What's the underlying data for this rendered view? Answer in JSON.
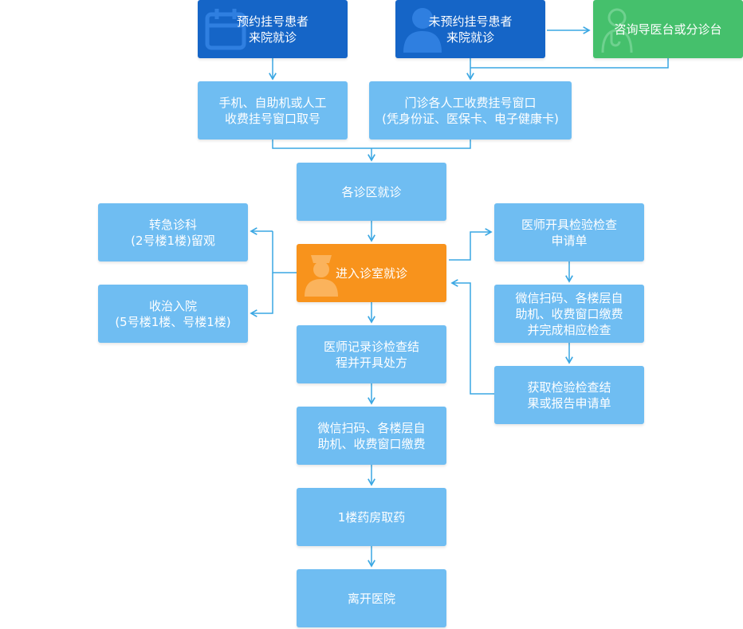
{
  "nodes": {
    "appointment": "预约挂号患者\n来院就诊",
    "walk_in": "未预约挂号患者\n来院就诊",
    "consult_desk": "咨询导医台或分诊台",
    "self_service_pickup": "手机、自助机或人工\n收费挂号窗口取号",
    "window_register": "门诊各人工收费挂号窗口\n(凭身份证、医保卡、电子健康卡)",
    "clinic_area": "各诊区就诊",
    "emergency": "转急诊科\n(2号楼1楼)留观",
    "admission": "收治入院\n(5号楼1楼、号楼1楼)",
    "enter_room": "进入诊室就诊",
    "order_tests": "医师开具检验检查\n申请单",
    "pay_tests": "微信扫码、各楼层自\n助机、收费窗口缴费\n并完成相应检查",
    "get_results": "获取检验检查结\n果或报告申请单",
    "record_rx": "医师记录诊检查结\n程并开具处方",
    "pay_rx": "微信扫码、各楼层自\n助机、收费窗口缴费",
    "pharmacy": "1楼药房取药",
    "leave": "离开医院"
  },
  "colors": {
    "start_dark": "#1565c7",
    "consult_green": "#45c06c",
    "current_orange": "#f8931c",
    "step_light": "#6fbdf2",
    "connector": "#3aa7e3"
  }
}
